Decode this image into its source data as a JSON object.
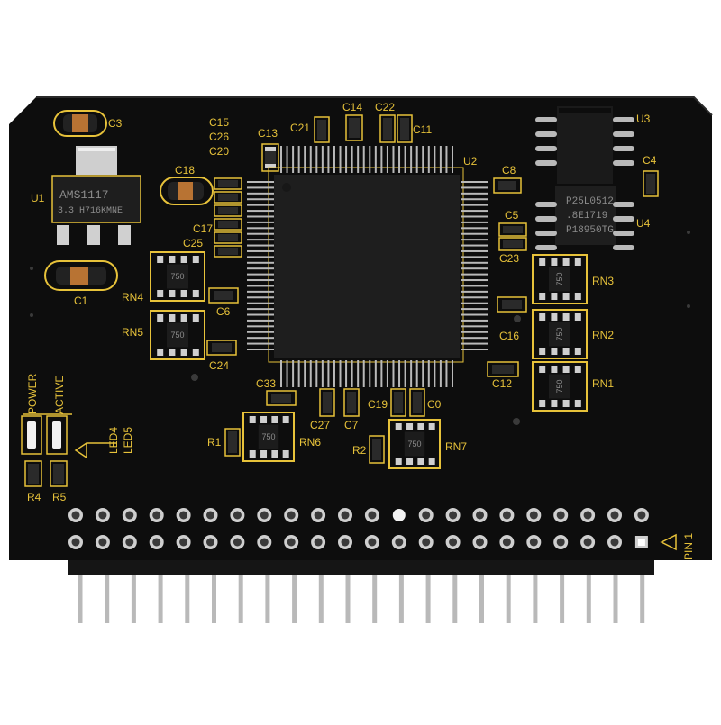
{
  "board": {
    "colors": {
      "pcb": "#0d0d0d",
      "silkscreen": "#e7c23a",
      "chip": "#1e1e1e",
      "pin": "#b9b9b9",
      "pad": "#cfcfcf"
    },
    "labels": {
      "c3": "C3",
      "u1": "U1",
      "reg_text1": "AMS1117",
      "reg_text2": "3.3  H716KMNE",
      "c1": "C1",
      "c18": "C18",
      "c15": "C15",
      "c26": "C26",
      "c20": "C20",
      "c17": "C17",
      "c25": "C25",
      "c13": "C13",
      "c21": "C21",
      "c14": "C14",
      "c22": "C22",
      "c11": "C11",
      "u2": "U2",
      "c8": "C8",
      "u3": "U3",
      "c4": "C4",
      "u4": "U4",
      "flash_text1": "P25L0512",
      "flash_text2": ".8E1719",
      "flash_text3": "P18950TG",
      "c5": "C5",
      "c23": "C23",
      "rn3": "RN3",
      "rn2": "RN2",
      "rn1": "RN1",
      "c16": "C16",
      "c12": "C12",
      "rn4": "RN4",
      "rn5": "RN5",
      "c6": "C6",
      "c24": "C24",
      "c33": "C33",
      "c27": "C27",
      "c7": "C7",
      "c19": "C19",
      "c0": "C0",
      "r1": "R1",
      "rn6": "RN6",
      "r2": "R2",
      "rn7": "RN7",
      "power": "POWER",
      "active": "ACTIVE",
      "led4": "LED4",
      "led5": "LED5",
      "r4": "R4",
      "r5": "R5",
      "pin1": "PIN 1",
      "rn_value": "750"
    }
  }
}
